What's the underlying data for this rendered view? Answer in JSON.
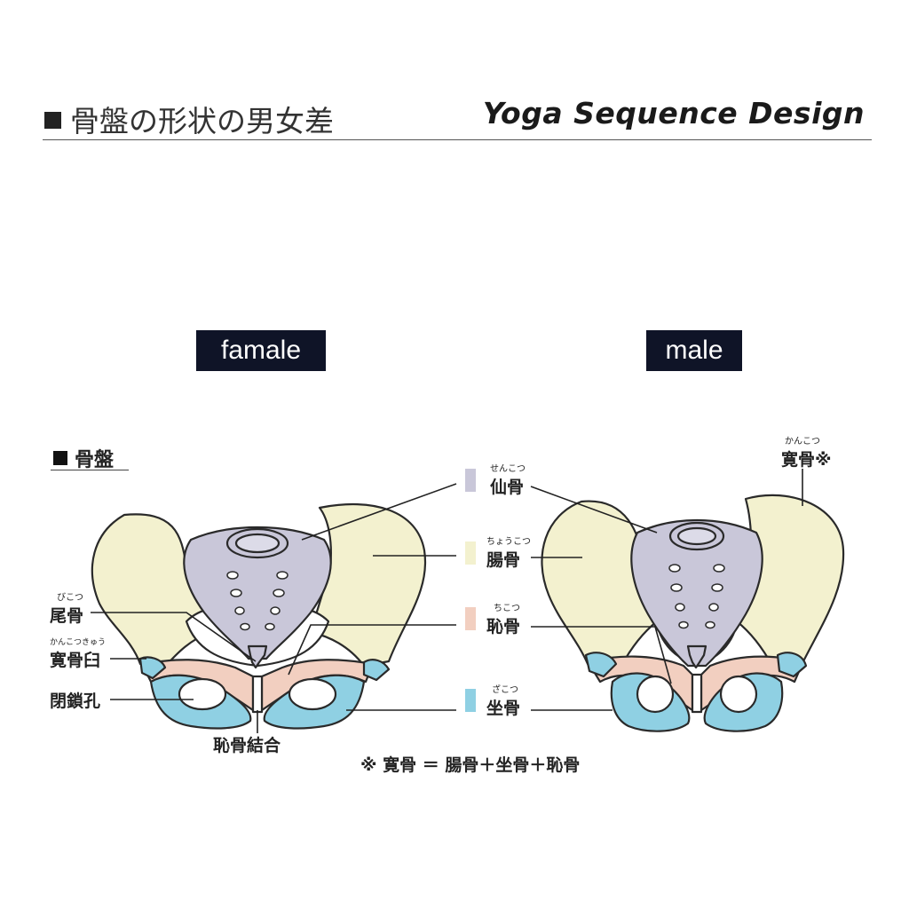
{
  "header": {
    "title": "骨盤の形状の男女差",
    "brand": "Yoga Sequence Design"
  },
  "tags": {
    "female": "famale",
    "male": "male"
  },
  "section": {
    "title": "骨盤"
  },
  "legend": [
    {
      "label": "仙骨",
      "ruby": "せんこつ",
      "color": "#c9c7d9"
    },
    {
      "label": "腸骨",
      "ruby": "ちょうこつ",
      "color": "#f3f1cf"
    },
    {
      "label": "恥骨",
      "ruby": "ちこつ",
      "color": "#f2cfc0"
    },
    {
      "label": "坐骨",
      "ruby": "ざこつ",
      "color": "#8fd0e3"
    }
  ],
  "left_labels": {
    "coccyx": {
      "label": "尾骨",
      "ruby": "びこつ"
    },
    "acetabulum": {
      "label": "寛骨臼",
      "ruby": "かんこつきゅう"
    },
    "obturator": {
      "label": "閉鎖孔"
    },
    "symphysis": {
      "label": "恥骨結合"
    }
  },
  "hip_label": {
    "label": "寛骨※",
    "ruby": "かんこつ"
  },
  "footnote": "※ 寛骨 ＝ 腸骨＋坐骨＋恥骨",
  "colors": {
    "sacrum": "#c9c7d9",
    "ilium": "#f3f1cf",
    "pubis": "#f2cfc0",
    "ischium": "#8fd0e3",
    "outline": "#2a2a2a",
    "tag_bg": "#0f1427"
  }
}
